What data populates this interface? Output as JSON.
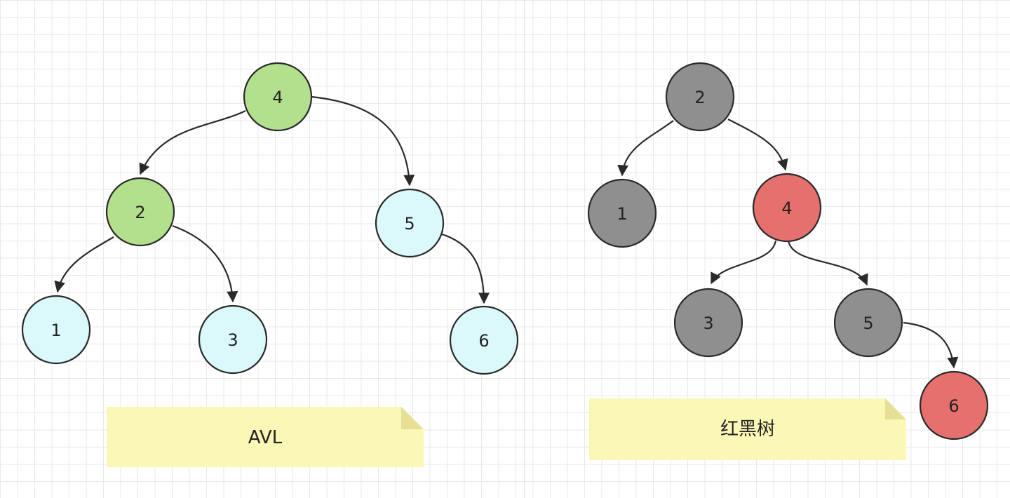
{
  "colors": {
    "avl_green": "#b2e08c",
    "avl_cyan": "#dbf8fa",
    "rb_black": "#8f8f8f",
    "rb_red": "#e5706d",
    "note": "#fbf7b6",
    "note_fold": "#e6df95",
    "stroke": "#2a2a2a"
  },
  "avl": {
    "note_label": "AVL",
    "nodes": [
      {
        "id": "avl-4",
        "label": "4",
        "color": "avl_green"
      },
      {
        "id": "avl-2",
        "label": "2",
        "color": "avl_green"
      },
      {
        "id": "avl-5",
        "label": "5",
        "color": "avl_cyan"
      },
      {
        "id": "avl-1",
        "label": "1",
        "color": "avl_cyan"
      },
      {
        "id": "avl-3",
        "label": "3",
        "color": "avl_cyan"
      },
      {
        "id": "avl-6",
        "label": "6",
        "color": "avl_cyan"
      }
    ],
    "edges": [
      {
        "from": "avl-4",
        "to": "avl-2"
      },
      {
        "from": "avl-4",
        "to": "avl-5"
      },
      {
        "from": "avl-2",
        "to": "avl-1"
      },
      {
        "from": "avl-2",
        "to": "avl-3"
      },
      {
        "from": "avl-5",
        "to": "avl-6"
      }
    ]
  },
  "rbtree": {
    "note_label": "红黑树",
    "nodes": [
      {
        "id": "rb-2",
        "label": "2",
        "color": "rb_black"
      },
      {
        "id": "rb-1",
        "label": "1",
        "color": "rb_black"
      },
      {
        "id": "rb-4",
        "label": "4",
        "color": "rb_red"
      },
      {
        "id": "rb-3",
        "label": "3",
        "color": "rb_black"
      },
      {
        "id": "rb-5",
        "label": "5",
        "color": "rb_black"
      },
      {
        "id": "rb-6",
        "label": "6",
        "color": "rb_red"
      }
    ],
    "edges": [
      {
        "from": "rb-2",
        "to": "rb-1"
      },
      {
        "from": "rb-2",
        "to": "rb-4"
      },
      {
        "from": "rb-4",
        "to": "rb-3"
      },
      {
        "from": "rb-4",
        "to": "rb-5"
      },
      {
        "from": "rb-5",
        "to": "rb-6"
      }
    ]
  }
}
